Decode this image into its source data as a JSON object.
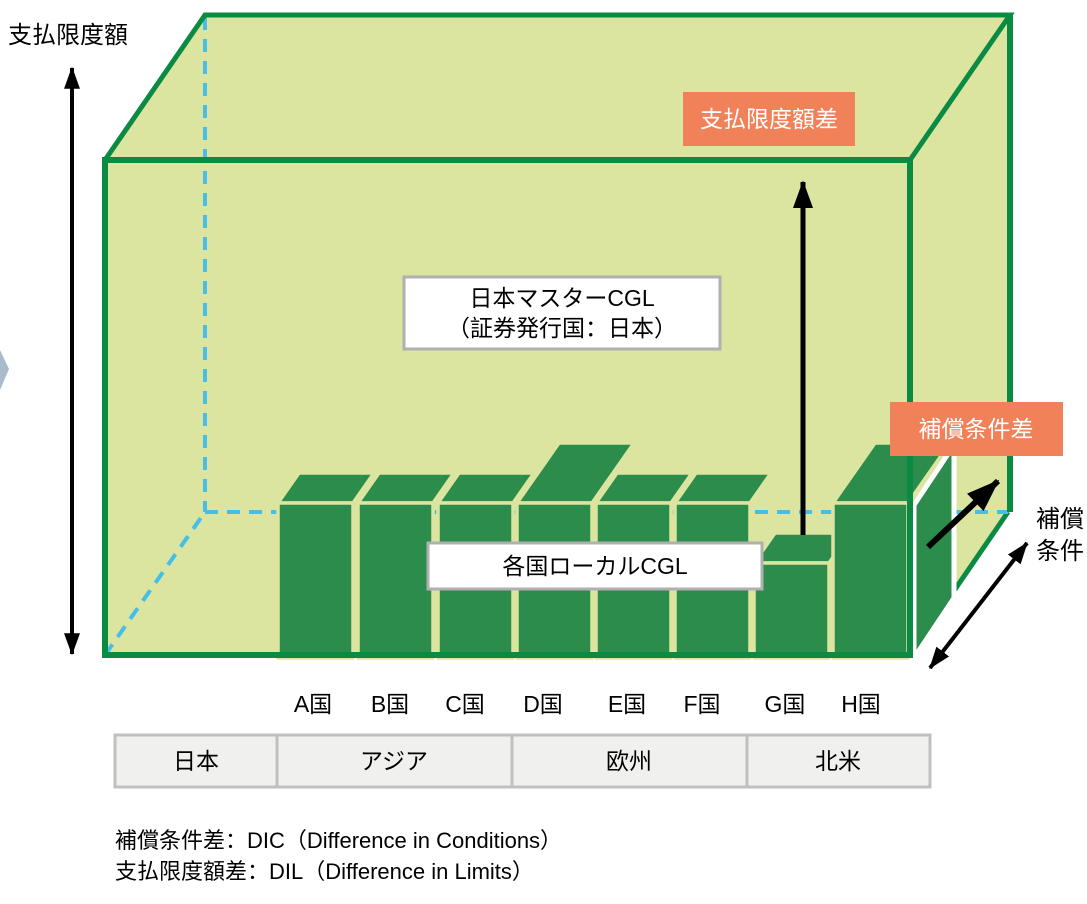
{
  "colors": {
    "box_fill": "#dbe5a0",
    "box_edge": "#0a8a43",
    "bar_fill": "#2b8c4c",
    "badge_orange": "#f08159",
    "dashed_blue": "#45bfe8",
    "table_bg": "#f0f0ee",
    "table_border": "#c0c0c0",
    "label_border": "#b0b0b0",
    "page_arrow_gray": "#aabccc"
  },
  "y_axis": {
    "label": "支払限度額"
  },
  "depth_axis": {
    "label_line1": "補償",
    "label_line2": "条件"
  },
  "badges": {
    "limit_difference": "支払限度額差",
    "condition_difference": "補償条件差"
  },
  "master_box": {
    "line1": "日本マスターCGL",
    "line2": "（証券発行国：日本）"
  },
  "local_box_label": "各国ローカルCGL",
  "countries": [
    "A国",
    "B国",
    "C国",
    "D国",
    "E国",
    "F国",
    "G国",
    "H国"
  ],
  "regions": [
    "日本",
    "アジア",
    "欧州",
    "北米"
  ],
  "bars": [
    {
      "country": "A国",
      "limit": "standard",
      "conditions": "standard"
    },
    {
      "country": "B国",
      "limit": "standard",
      "conditions": "standard"
    },
    {
      "country": "C国",
      "limit": "standard",
      "conditions": "standard"
    },
    {
      "country": "D国",
      "limit": "standard",
      "conditions": "wide"
    },
    {
      "country": "E国",
      "limit": "standard",
      "conditions": "standard"
    },
    {
      "country": "F国",
      "limit": "standard",
      "conditions": "standard"
    },
    {
      "country": "G国",
      "limit": "low",
      "conditions": "standard"
    },
    {
      "country": "H国",
      "limit": "standard",
      "conditions": "wide-highlighted"
    }
  ],
  "footnotes": {
    "dic": "補償条件差：DIC（Difference in Conditions）",
    "dil": "支払限度額差：DIL（Difference in Limits）"
  }
}
